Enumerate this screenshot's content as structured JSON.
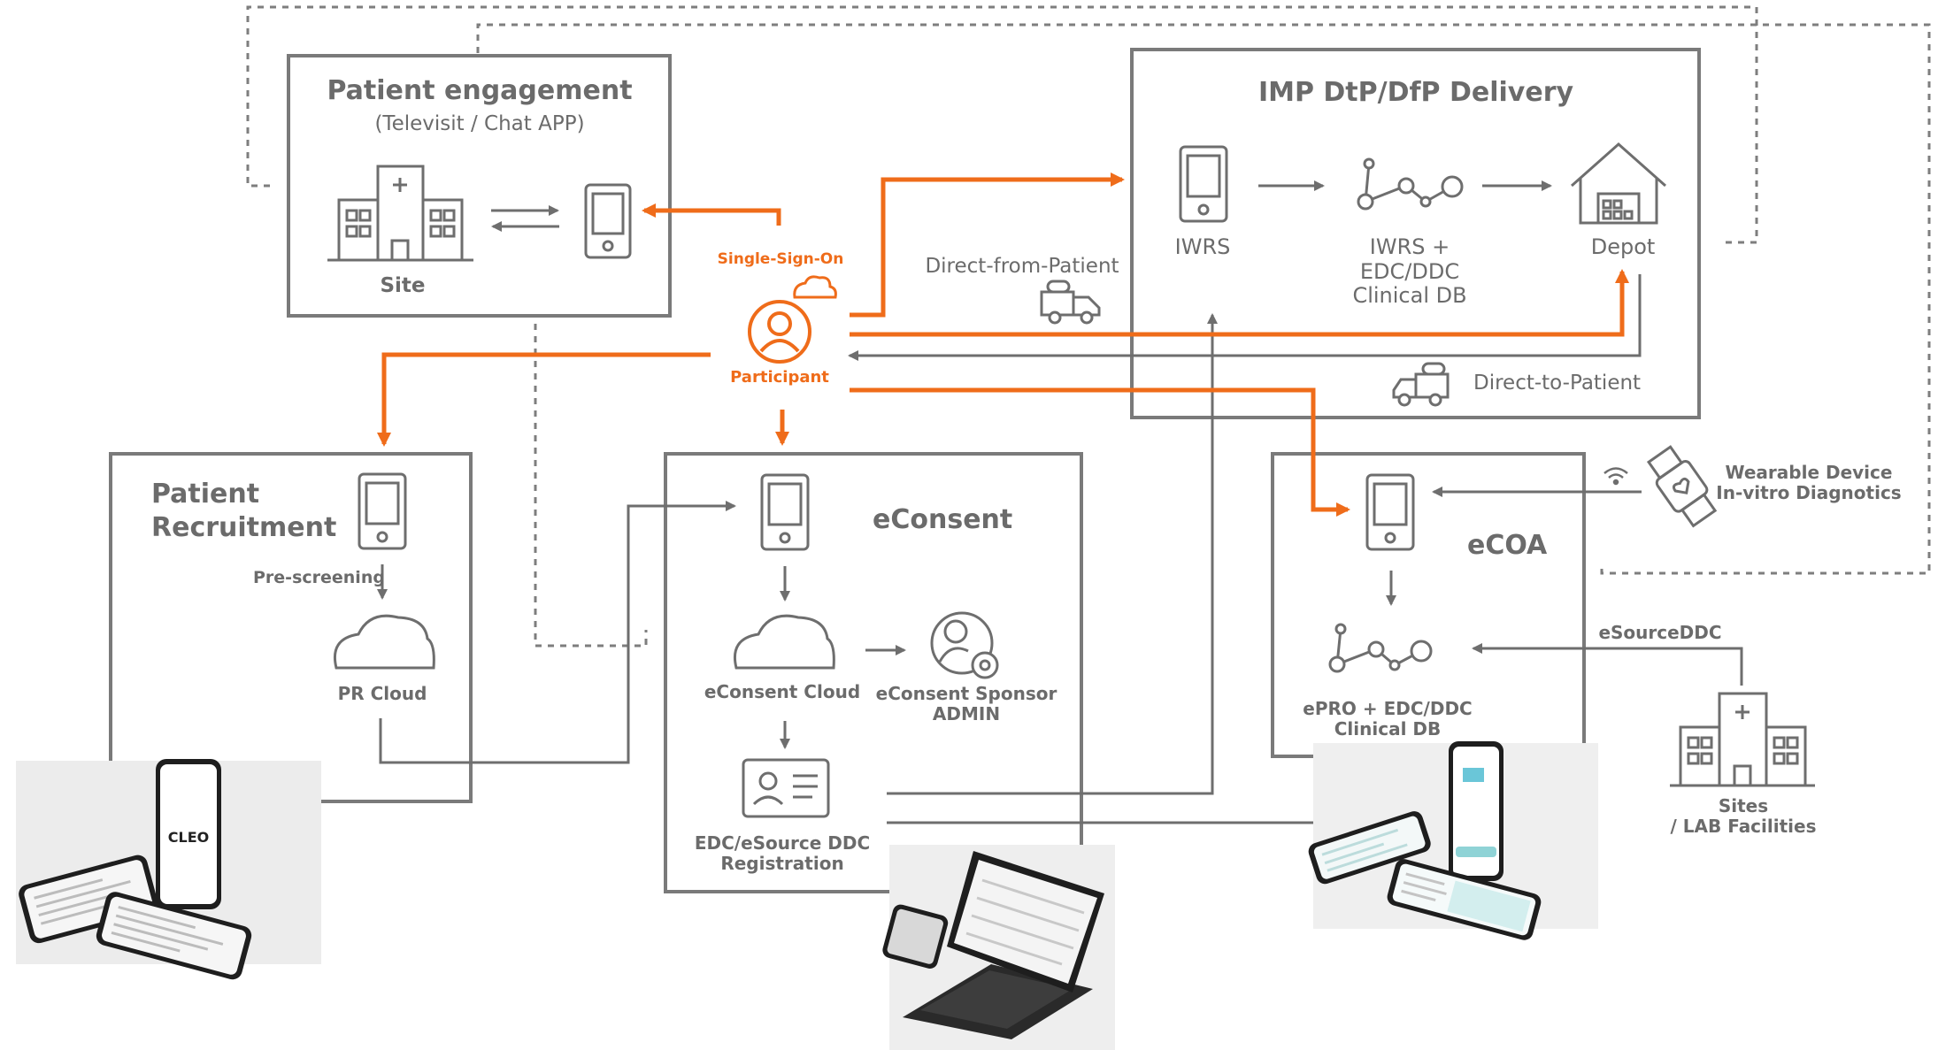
{
  "colors": {
    "accent": "#ef6c1a",
    "line": "#6e6e6e",
    "box": "#7a7a7a",
    "dotted": "#7e7e7e"
  },
  "participant": {
    "label": "Participant",
    "sso_label": "Single-Sign-On",
    "icon": "user-circle-icon"
  },
  "patient_engagement": {
    "title": "Patient engagement",
    "subtitle": "(Televisit / Chat APP)",
    "site_label": "Site"
  },
  "imp_delivery": {
    "title": "IMP DtP/DfP Delivery",
    "iwrs_label": "IWRS",
    "iwrs_edc_lines": [
      "IWRS +",
      "EDC/DDC",
      "Clinical DB"
    ],
    "depot_label": "Depot",
    "direct_from_patient": "Direct-from-Patient",
    "direct_to_patient": "Direct-to-Patient"
  },
  "patient_recruitment": {
    "title_lines": [
      "Patient",
      "Recruitment"
    ],
    "prescreening_label": "Pre-screening",
    "cloud_label": "PR Cloud"
  },
  "econsent": {
    "title": "eConsent",
    "cloud_label": "eConsent Cloud",
    "sponsor_lines": [
      "eConsent Sponsor",
      "ADMIN"
    ],
    "registration_lines": [
      "EDC/eSource DDC",
      "Registration"
    ]
  },
  "ecoa": {
    "title": "eCOA",
    "epro_lines": [
      "ePRO + EDC/DDC",
      "Clinical DB"
    ],
    "esource_label": "eSourceDDC",
    "wearable_lines": [
      "Wearable Device",
      "In-vitro Diagnotics"
    ],
    "sites_lines": [
      "Sites",
      "/ LAB Facilities"
    ]
  },
  "product": {
    "phone_logo": "CLEO"
  }
}
